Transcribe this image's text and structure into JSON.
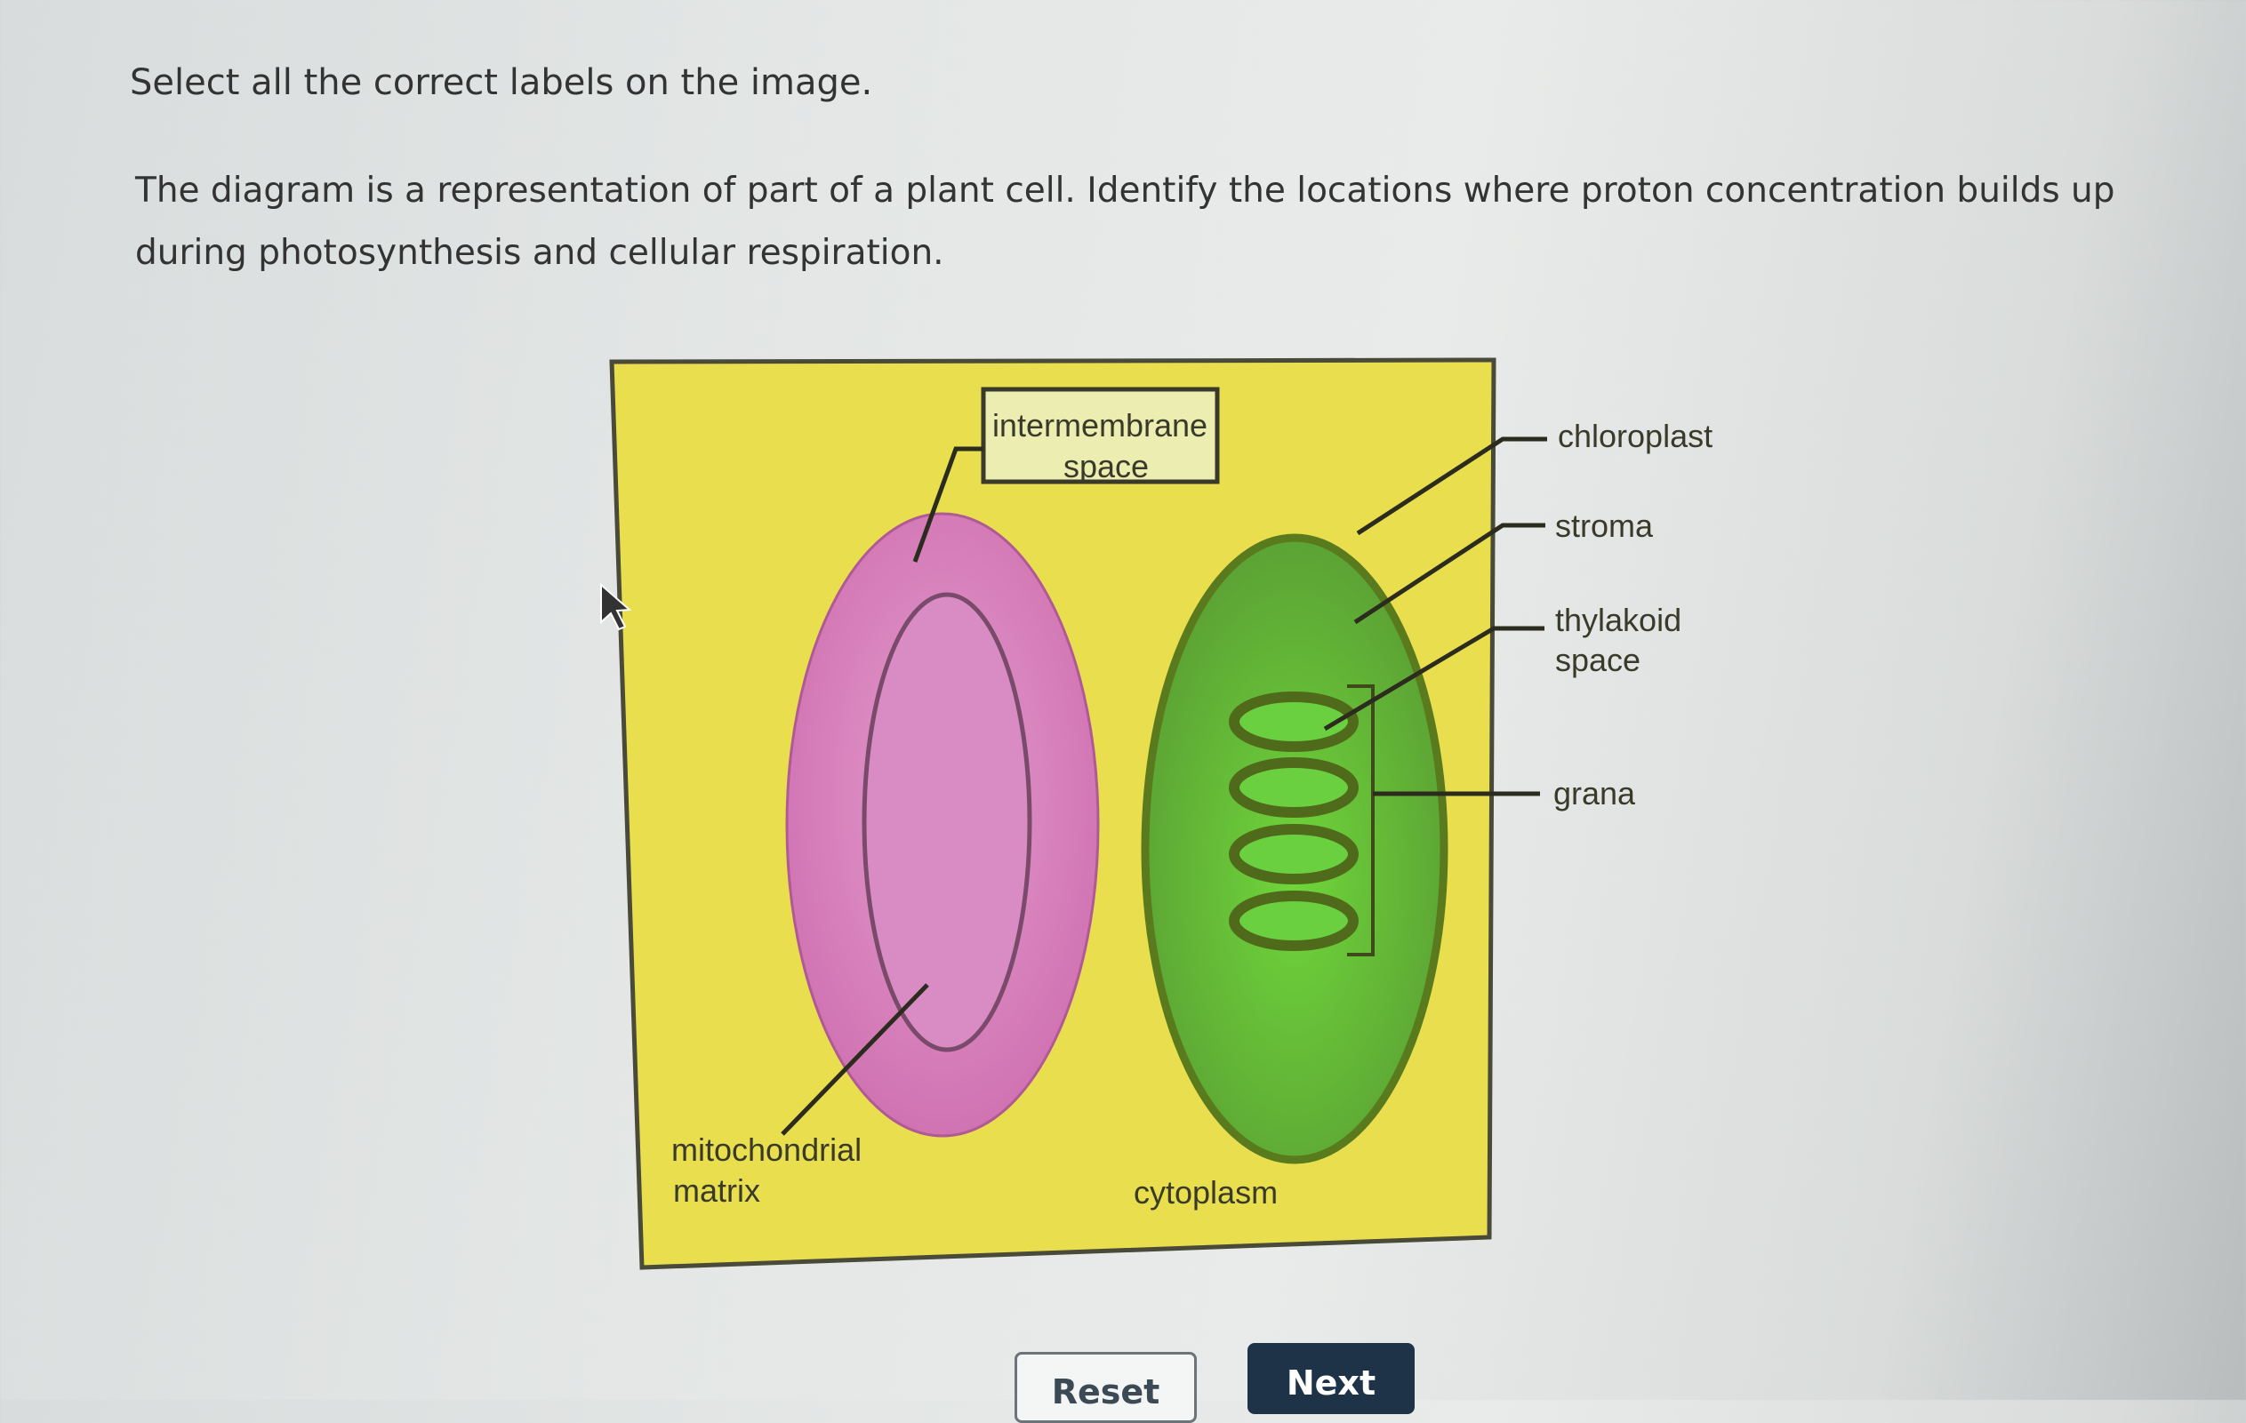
{
  "instruction": "Select all the correct labels on the image.",
  "question": "The diagram is a representation of part of a plant cell. Identify the locations where proton concentration builds up during photosynthesis and cellular respiration.",
  "diagram": {
    "labels": {
      "intermembrane_line1": "intermembrane",
      "intermembrane_line2": "space",
      "chloroplast": "chloroplast",
      "stroma": "stroma",
      "thylakoid_line1": "thylakoid",
      "thylakoid_line2": "space",
      "grana": "grana",
      "mito_line1": "mitochondrial",
      "mito_line2": "matrix",
      "cytoplasm": "cytoplasm"
    },
    "colors": {
      "cytoplasm": "#e8de4e",
      "mitochondrion": "#d27ab4",
      "chloroplast": "#6cbf3c",
      "outline_dark": "#5a7a1e"
    }
  },
  "buttons": {
    "reset": "Reset",
    "next": "Next"
  }
}
